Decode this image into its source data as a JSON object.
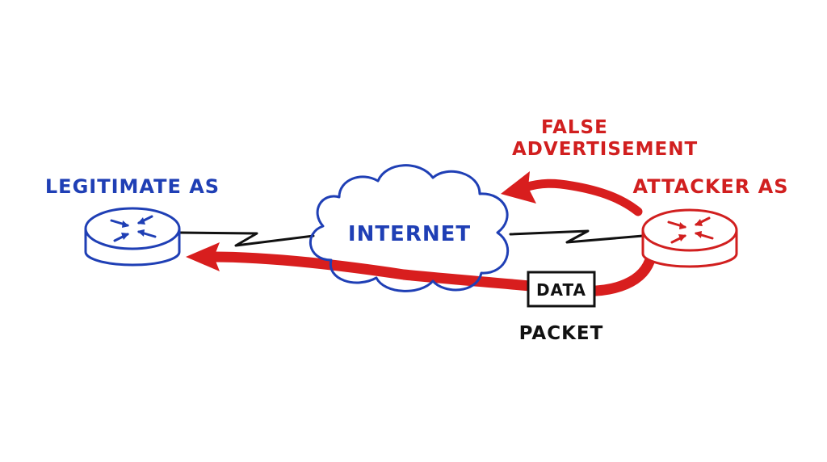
{
  "labels": {
    "legitimate_as": "LEGITIMATE AS",
    "attacker_as": "ATTACKER AS",
    "internet": "INTERNET",
    "false_ad_line1": "FALSE",
    "false_ad_line2": "ADVERTISEMENT",
    "data": "DATA",
    "packet": "PACKET"
  },
  "colors": {
    "legitimate": "#1f3fb5",
    "attacker": "#d11f1f",
    "link": "#111111",
    "arrow": "#d81e1e"
  },
  "icons": {
    "legitimate_router": "router-icon",
    "attacker_router": "router-icon",
    "internet": "cloud-icon"
  }
}
